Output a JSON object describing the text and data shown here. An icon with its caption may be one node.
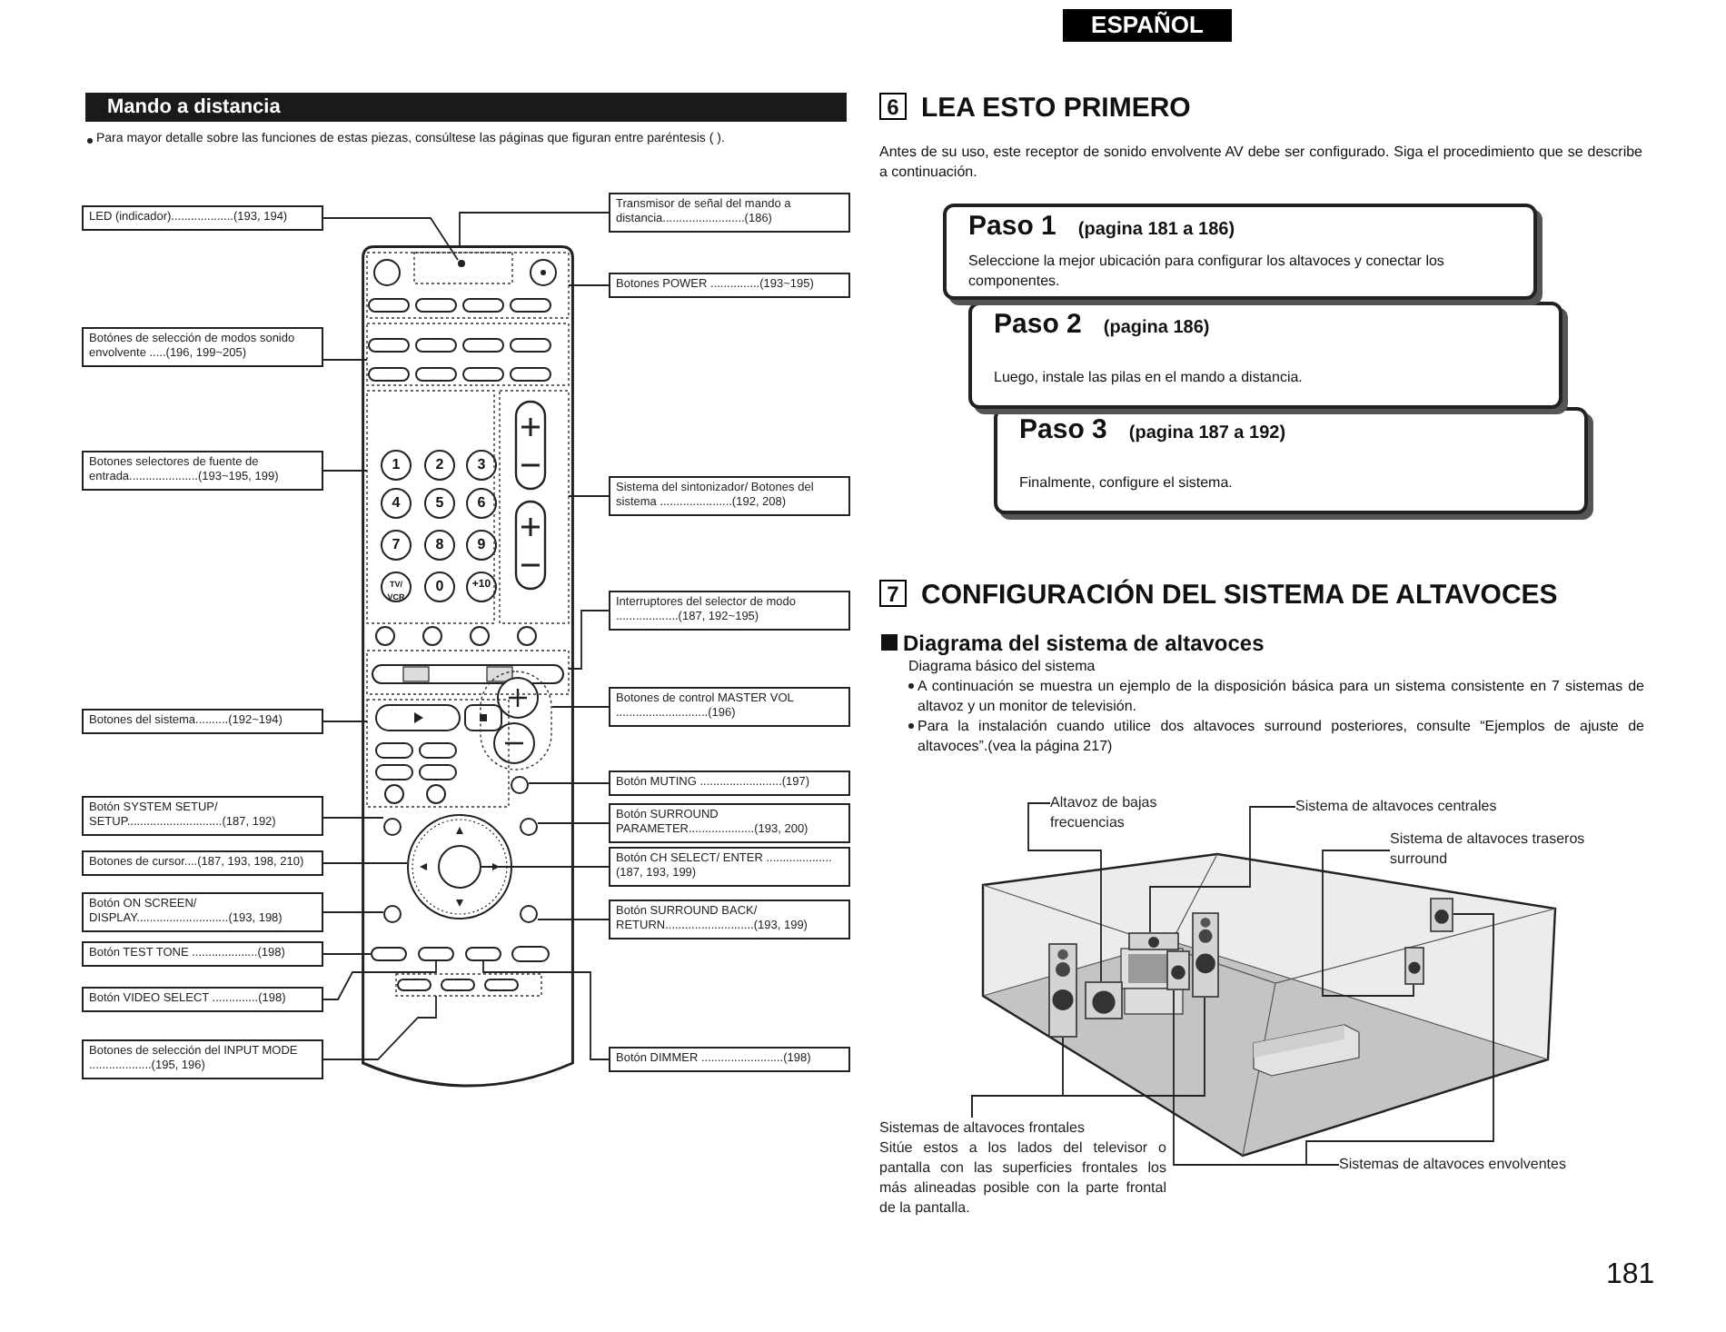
{
  "diagram": {
    "nodes": [
      {
        "text": [
          "LED (indicador)...................(193, 194)"
        ]
      },
      {
        "text": [
          "Transmisor de señal del mando a distancia.........................(186)"
        ]
      },
      {
        "text": [
          "Botones POWER ...............(193~195)"
        ]
      },
      {
        "text": [
          "Botónes de selección de modos sonido envolvente .....(196, 199~205)"
        ]
      },
      {
        "text": [
          "Botones selectores de fuente de entrada.....................(193~195, 199)"
        ]
      },
      {
        "text": [
          "Sistema del sintonizador/ Botones del sistema ......................(192, 208)"
        ]
      },
      {
        "text": [
          "Interruptores del selector de modo ...................(187, 192~195)"
        ]
      },
      {
        "text": [
          "Botones del sistema..........(192~194)"
        ]
      },
      {
        "text": [
          "Botones de control MASTER VOL ............................(196)"
        ]
      },
      {
        "text": [
          "Botón MUTING .........................(197)"
        ]
      },
      {
        "text": [
          "Botón SYSTEM SETUP/ SETUP.............................(187, 192)"
        ]
      },
      {
        "text": [
          "Botón SURROUND PARAMETER....................(193, 200)"
        ]
      },
      {
        "text": [
          "Botones de cursor....(187, 193, 198, 210)"
        ]
      },
      {
        "text": [
          "Botón CH SELECT/ ENTER ....................(187, 193, 199)"
        ]
      },
      {
        "text": [
          "Botón ON SCREEN/ DISPLAY............................(193, 198)"
        ]
      },
      {
        "text": [
          "Botón SURROUND BACK/ RETURN...........................(193, 199)"
        ]
      },
      {
        "text": [
          "Botón TEST TONE ....................(198)"
        ]
      },
      {
        "text": [
          "Botón VIDEO SELECT ..............(198)"
        ]
      },
      {
        "text": [
          "Botones de selección del INPUT MODE ...................(195, 196)"
        ]
      },
      {
        "text": [
          "Botón DIMMER .........................(198)"
        ]
      },
      {
        "text": [
          "Paso 1",
          "(pagina 181 a 186)",
          "Seleccione la mejor ubicación para configurar los altavoces y conectar los componentes."
        ]
      },
      {
        "text": [
          "Paso 2",
          "(pagina 186)",
          "Luego, instale las pilas en el mando a distancia."
        ]
      },
      {
        "text": [
          "Paso 3",
          "(pagina 187 a 192)",
          "Finalmente, configure el sistema."
        ]
      },
      {
        "text": [
          "Altavoz de bajas frecuencias"
        ]
      },
      {
        "text": [
          "Sistema de altavoces centrales"
        ]
      },
      {
        "text": [
          "Sistema de altavoces traseros surround"
        ]
      },
      {
        "text": [
          "Sistemas de altavoces frontales",
          "Sitúe estos a los lados del televisor o pantalla con las superficies frontales los más alineadas posible con la parte frontal de la pantalla."
        ]
      },
      {
        "text": [
          "Sistemas de altavoces envolventes"
        ]
      },
      {
        "text": [],
        "shape": "box"
      },
      {
        "text": [],
        "shape": "box"
      },
      {
        "text": [],
        "shape": "box"
      },
      {
        "text": [],
        "shape": "box"
      },
      {
        "text": [],
        "shape": "box"
      },
      {
        "text": [],
        "shape": "box"
      },
      {
        "text": [],
        "shape": "box"
      },
      {
        "text": [],
        "shape": "picture"
      },
      {
        "text": [],
        "shape": "circle",
        "in": 37
      },
      {
        "text": [],
        "shape": "box",
        "in": 35
      },
      {
        "text": [],
        "shape": "box",
        "in": 35
      },
      {
        "text": [],
        "shape": "box",
        "in": 35
      },
      {
        "text": [],
        "shape": "box",
        "in": 35
      },
      {
        "text": [],
        "shape": "box",
        "in": 35
      },
      {
        "text": [],
        "shape": "box",
        "in": 35
      },
      {
        "text": [],
        "shape": "capsule",
        "in": 35
      },
      {
        "text": [],
        "shape": "circle",
        "in": 35
      },
      {
        "text": [],
        "shape": "circle",
        "in": 35
      },
      {
        "text": [],
        "shape": "circle",
        "in": 35
      },
      {
        "text": [],
        "shape": "circle",
        "in": 35
      },
      {
        "text": [],
        "shape": "circle",
        "in": 47
      },
      {
        "text": [],
        "shape": "circle",
        "in": 35
      },
      {
        "text": [],
        "shape": "circle",
        "in": 35
      },
      {
        "text": [],
        "shape": "button",
        "in": 35
      },
      {
        "text": [],
        "shape": "button",
        "in": 35
      },
      {
        "text": [],
        "shape": "box",
        "in": 35
      },
      {
        "text": [],
        "shape": "button",
        "in": 35
      }
    ],
    "edges": [
      {
        "from": 0,
        "to": 36,
        "arrow": "none"
      },
      {
        "from": 1,
        "to": 35,
        "arrow": "none"
      },
      {
        "from": 2,
        "to": 37,
        "arrow": "none"
      },
      {
        "from": 3,
        "to": 38,
        "arrow": "none"
      },
      {
        "from": 4,
        "to": 39,
        "arrow": "none"
      },
      {
        "from": 5,
        "to": 40,
        "arrow": "none"
      },
      {
        "from": 6,
        "to": 41,
        "arrow": "none"
      },
      {
        "from": 7,
        "to": 42,
        "arrow": "none"
      },
      {
        "from": 8,
        "to": 43,
        "arrow": "none"
      },
      {
        "from": 9,
        "to": 44,
        "arrow": "none"
      },
      {
        "from": 10,
        "to": 45,
        "arrow": "none"
      },
      {
        "from": 11,
        "to": 46,
        "arrow": "none"
      },
      {
        "from": 12,
        "to": 47,
        "arrow": "none"
      },
      {
        "from": 13,
        "to": 48,
        "arrow": "none"
      },
      {
        "from": 14,
        "to": 49,
        "arrow": "none"
      },
      {
        "from": 15,
        "to": 50,
        "arrow": "none"
      },
      {
        "from": 16,
        "to": 51,
        "arrow": "none"
      },
      {
        "from": 17,
        "to": 52,
        "arrow": "none"
      },
      {
        "from": 18,
        "to": 53,
        "arrow": "none"
      },
      {
        "from": 19,
        "to": 54,
        "arrow": "none"
      },
      {
        "from": 23,
        "to": 29,
        "arrow": "none"
      },
      {
        "from": 24,
        "to": 30,
        "arrow": "none"
      },
      {
        "from": 25,
        "to": 33,
        "arrow": "none"
      },
      {
        "from": 26,
        "to": 28,
        "arrow": "none"
      },
      {
        "from": 26,
        "to": 32,
        "arrow": "none"
      },
      {
        "from": 27,
        "to": 31,
        "arrow": "none"
      },
      {
        "from": 27,
        "to": 34,
        "arrow": "none"
      }
    ],
    "labels": [
      "ESPAÑOL",
      "Mando a distancia",
      "Para mayor detalle sobre las funciones de estas piezas, consúltese las páginas que figuran entre paréntesis (   ).",
      "6",
      "LEA ESTO PRIMERO",
      "Antes de su uso, este receptor de sonido envolvente AV debe ser configurado. Siga el procedimiento que se describe a continuación.",
      "7",
      "CONFIGURACIÓN DEL SISTEMA DE ALTAVOCES",
      "Diagrama del sistema de altavoces",
      "Diagrama básico del sistema",
      "A continuación se muestra un ejemplo de la disposición básica para un sistema consistente en 7 sistemas de altavoz y un monitor de televisión.",
      "Para la instalación cuando utilice dos altavoces surround posteriores, consulte “Ejemplos de ajuste de altavoces”.(vea la página 217)",
      "181",
      "1",
      "2",
      "3",
      "4",
      "5",
      "6",
      "7",
      "8",
      "9",
      "TV/ VCR",
      "0",
      "+10"
    ]
  }
}
